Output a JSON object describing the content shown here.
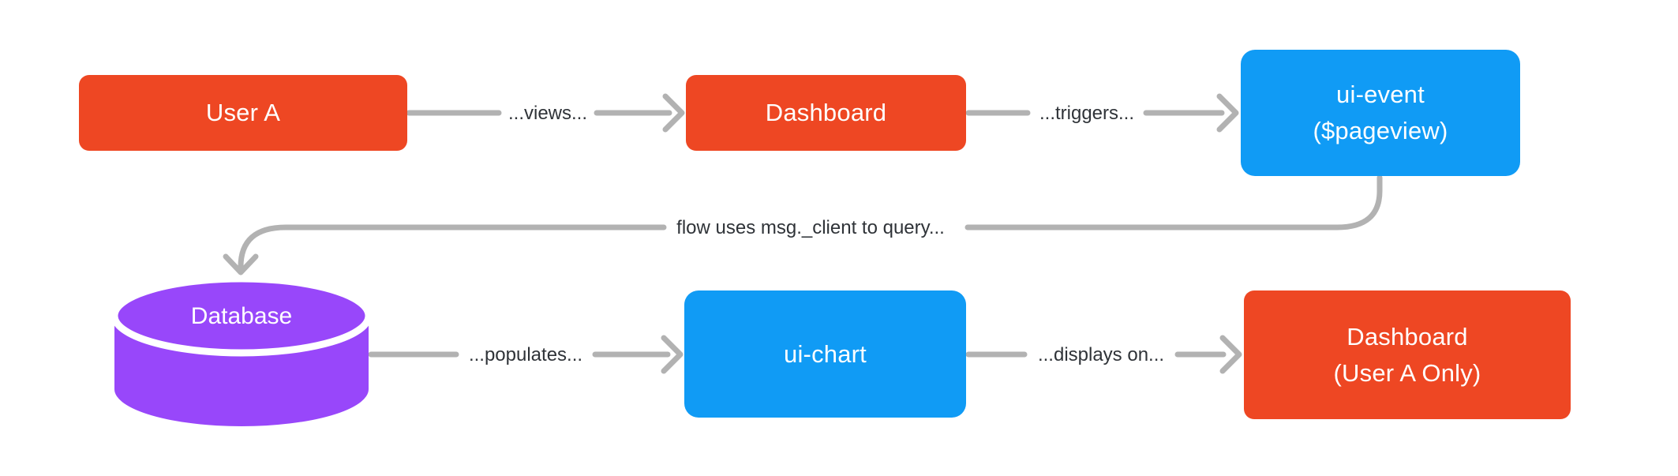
{
  "colors": {
    "node_orange": "#EE4723",
    "node_blue": "#109BF5",
    "database_purple": "#9847FA",
    "connector_gray": "#B2B2B2",
    "edge_label_text": "#2F3338",
    "node_text": "#FFFFFF",
    "background": "#FFFFFF"
  },
  "nodes": {
    "user_a": {
      "label": "User A"
    },
    "dashboard": {
      "label": "Dashboard"
    },
    "ui_event": {
      "line1": "ui-event",
      "line2": "($pageview)"
    },
    "database": {
      "label": "Database"
    },
    "ui_chart": {
      "label": "ui-chart"
    },
    "dashboard_user_a_only": {
      "line1": "Dashboard",
      "line2": "(User A Only)"
    }
  },
  "edges": {
    "views": {
      "label": "...views..."
    },
    "triggers": {
      "label": "...triggers..."
    },
    "query": {
      "label": "flow uses msg._client to query..."
    },
    "populates": {
      "label": "...populates..."
    },
    "displays_on": {
      "label": "...displays on..."
    }
  }
}
